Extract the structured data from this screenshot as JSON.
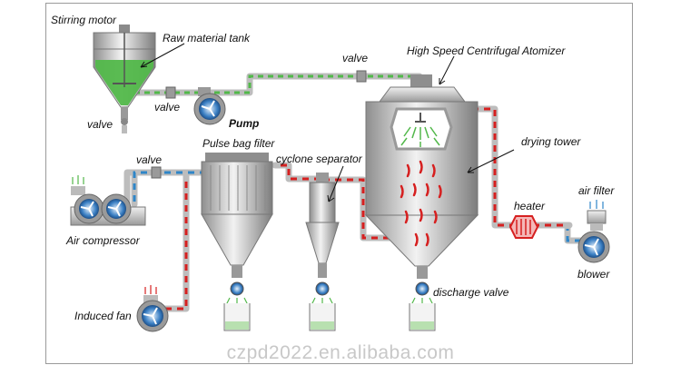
{
  "labels": {
    "stirring_motor": "Stirring motor",
    "raw_material_tank": "Raw material tank",
    "valve_top": "valve",
    "valve_tank": "valve",
    "valve_pump": "valve",
    "pump": "Pump",
    "atomizer": "High Speed Centrifugal Atomizer",
    "pulse_bag_filter": "Pulse bag filter",
    "cyclone_separator": "cyclone separator",
    "drying_tower": "drying tower",
    "valve_compressor": "valve",
    "air_compressor": "Air compressor",
    "heater": "heater",
    "air_filter": "air filter",
    "blower": "blower",
    "discharge_valve": "discharge valve",
    "induced_fan": "Induced fan"
  },
  "watermark": "czpd2022.en.alibaba.com",
  "colors": {
    "liquid": "#52b84a",
    "hot_air": "#d62020",
    "cold_air": "#2f86c8",
    "steel": "#c9c9c9",
    "fan_blue": "#3a7fc4"
  }
}
